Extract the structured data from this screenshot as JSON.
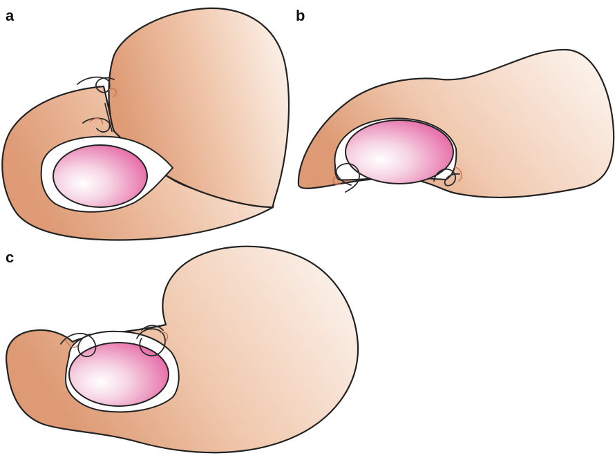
{
  "panels": [
    {
      "id": "a",
      "label": "a"
    },
    {
      "id": "b",
      "label": "b"
    },
    {
      "id": "c",
      "label": "c"
    }
  ],
  "colors": {
    "tissue_dark": "#e0a07c",
    "tissue_light": "#fdf6f1",
    "organ_core": "#ffffff",
    "organ_edge": "#e3559a",
    "outline": "#222222",
    "suture_knot": "#c8764f"
  }
}
